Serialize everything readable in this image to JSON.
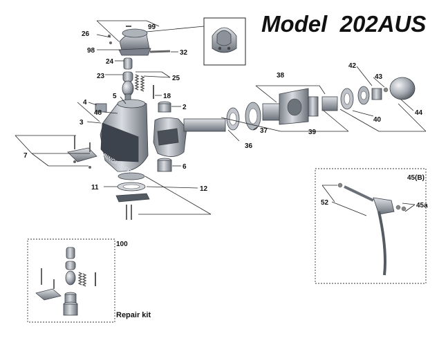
{
  "title": "Model  202AUS",
  "callouts": {
    "c99": "99",
    "c26": "26",
    "c98": "98",
    "c32": "32",
    "c24": "24",
    "c23": "23",
    "c25": "25",
    "c18": "18",
    "c5": "5",
    "c4": "4",
    "c48": "48",
    "c3": "3",
    "c2": "2",
    "c7": "7",
    "c6": "6",
    "c11": "11",
    "c12": "12",
    "c38": "38",
    "c42": "42",
    "c43": "43",
    "c44": "44",
    "c40": "40",
    "c37": "37",
    "c39": "39",
    "c36": "36",
    "c45b": "45(B)",
    "c52": "52",
    "c45a": "45a",
    "c100": "100"
  },
  "repair_kit_label": "Repair kit",
  "brand_text": "RINGFEDER",
  "colors": {
    "metal_light": "#c9ccd1",
    "metal_mid": "#9aa0a8",
    "metal_dark": "#5f656e",
    "outline": "#3a3f46"
  }
}
